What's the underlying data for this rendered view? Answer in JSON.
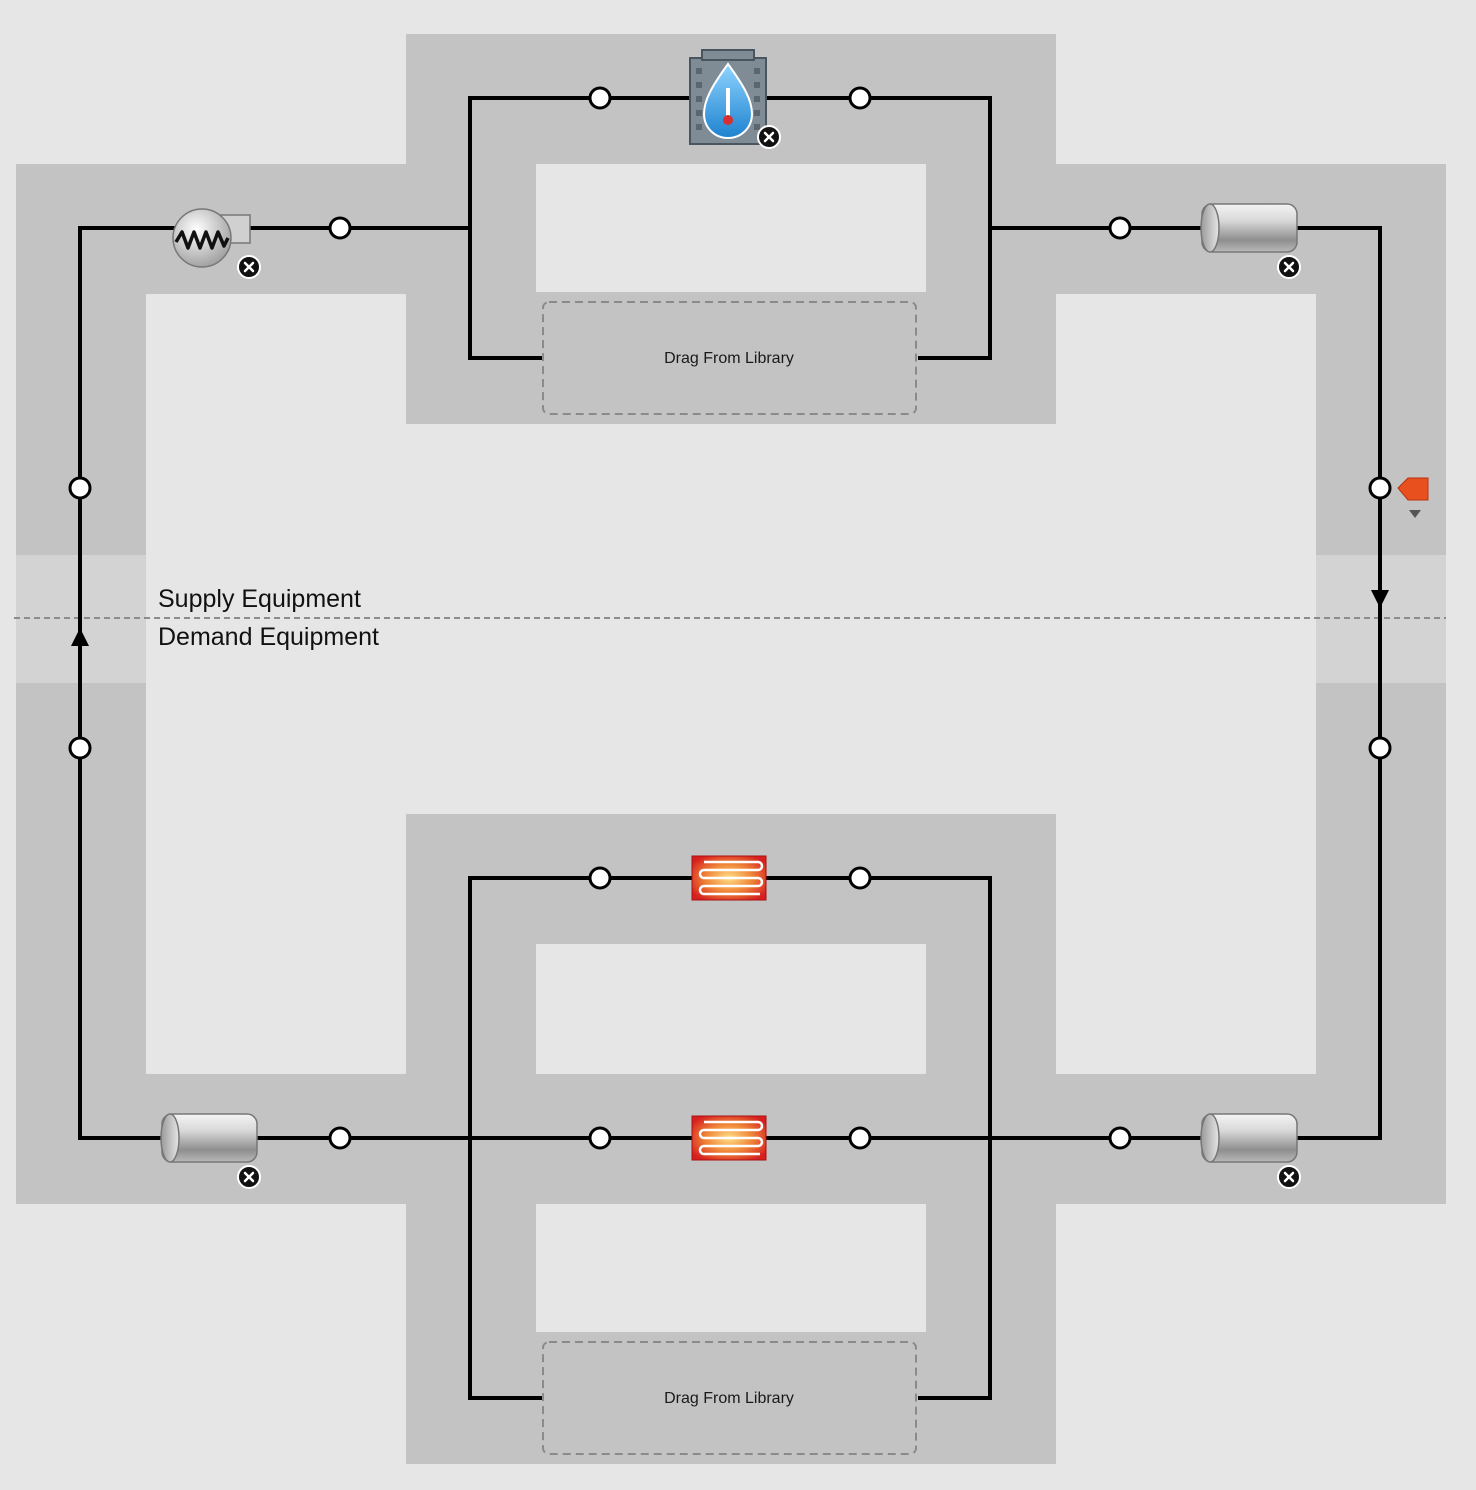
{
  "loop": {
    "supply_label": "Supply Equipment",
    "demand_label": "Demand Equipment",
    "drop_zone_label": "Drag From Library",
    "colors": {
      "canvas_bg": "#e6e6e6",
      "panel_bg": "#c3c3c3",
      "pipe": "#000000",
      "radiant_heater": "#d92b2b",
      "setpoint_manager": "#e8501e",
      "boiler_flame": "#3a9fe0"
    },
    "components": [
      {
        "name": "pump",
        "icon": "pump-icon",
        "side": "supply"
      },
      {
        "name": "boiler",
        "icon": "boiler-icon",
        "side": "supply"
      },
      {
        "name": "supply-outlet-pipe",
        "icon": "pipe-icon",
        "side": "supply"
      },
      {
        "name": "setpoint-manager",
        "icon": "setpoint-manager-icon",
        "side": "supply"
      },
      {
        "name": "radiant-heater-1",
        "icon": "radiant-heater-icon",
        "side": "demand"
      },
      {
        "name": "radiant-heater-2",
        "icon": "radiant-heater-icon",
        "side": "demand"
      },
      {
        "name": "demand-inlet-pipe",
        "icon": "pipe-icon",
        "side": "demand"
      },
      {
        "name": "demand-outlet-pipe",
        "icon": "pipe-icon",
        "side": "demand"
      }
    ]
  }
}
